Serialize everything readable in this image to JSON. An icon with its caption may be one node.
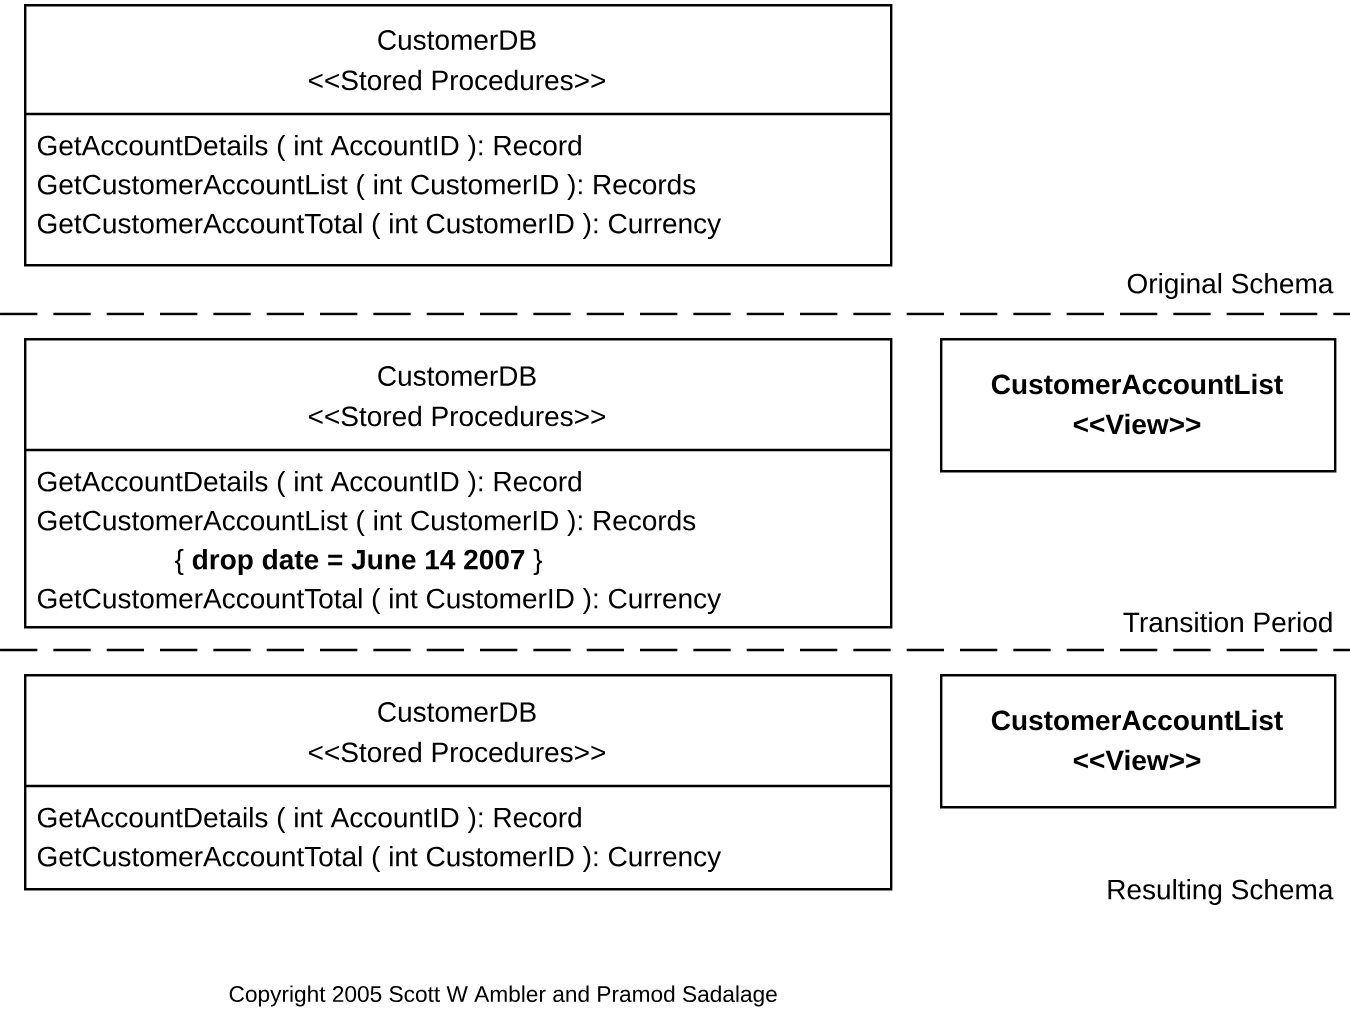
{
  "diagram": {
    "caption": "Copyright 2005 Scott W Ambler and Pramod Sadalage",
    "nodes": [
      {
        "text": [
          "CustomerDB",
          "<<Stored Procedures>>",
          "GetAccountDetails ( int AccountID ): Record",
          "GetCustomerAccountList ( int CustomerID ): Records",
          "GetCustomerAccountTotal ( int CustomerID ): Currency"
        ]
      },
      {
        "text": [
          "CustomerDB",
          "<<Stored Procedures>>",
          "GetAccountDetails ( int AccountID ): Record",
          "GetCustomerAccountList ( int CustomerID ): Records",
          "{ **drop date = June 14 2007** }",
          "GetCustomerAccountTotal ( int CustomerID ): Currency"
        ]
      },
      {
        "text": [
          "CustomerAccountList",
          "<<View>>"
        ]
      },
      {
        "text": [
          "CustomerDB",
          "<<Stored Procedures>>",
          "GetAccountDetails ( int AccountID ): Record",
          "GetCustomerAccountTotal ( int CustomerID ): Currency"
        ]
      },
      {
        "text": [
          "CustomerAccountList",
          "<<View>>"
        ]
      }
    ],
    "labels": [
      "Original Schema",
      "Transition Period",
      "Resulting Schema"
    ]
  }
}
